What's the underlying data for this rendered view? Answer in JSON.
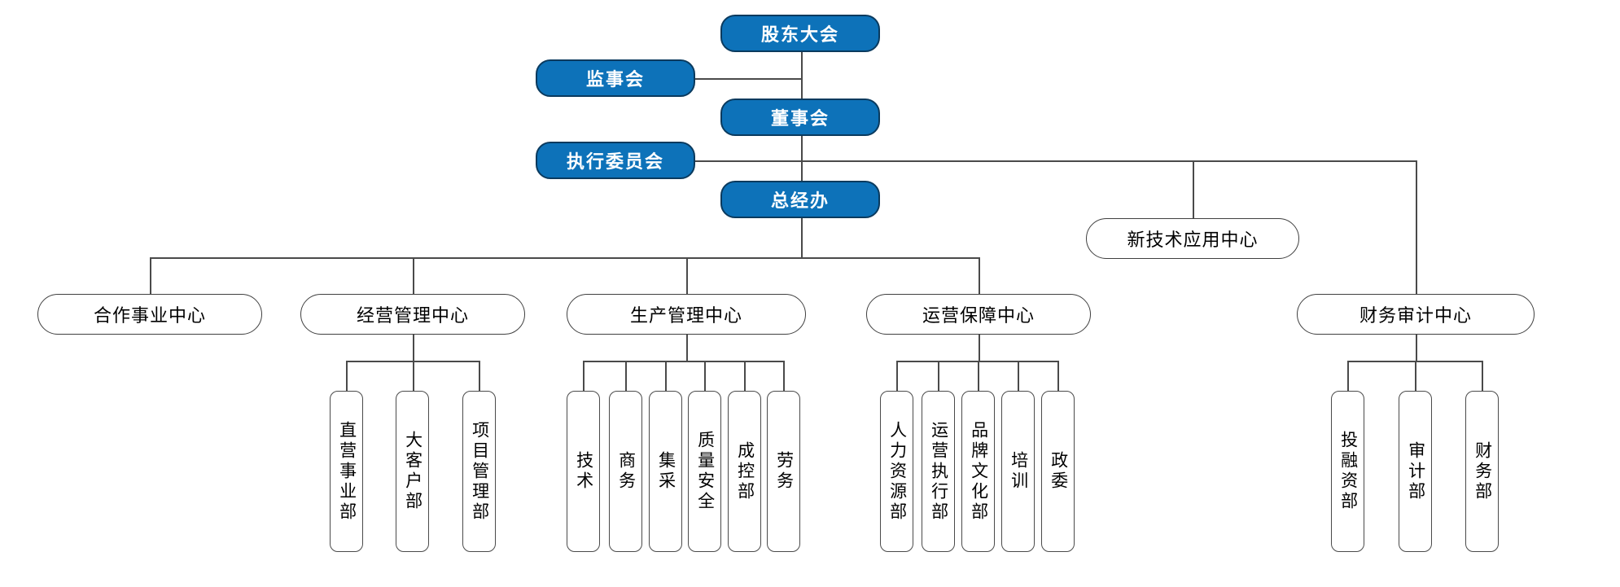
{
  "org_chart": {
    "colors": {
      "node_fill_blue": "#0d72b9",
      "node_border_blue": "#0a3a5e",
      "node_fill_white": "#ffffff",
      "node_border_dark": "#404040",
      "connector_line": "#4a4a4a",
      "text_on_blue": "#ffffff",
      "text_on_white": "#000000"
    },
    "governance": [
      {
        "id": "shareholders-meeting",
        "label": "股东大会"
      },
      {
        "id": "supervisory-board",
        "label": "监事会"
      },
      {
        "id": "board-of-directors",
        "label": "董事会"
      },
      {
        "id": "executive-committee",
        "label": "执行委员会"
      },
      {
        "id": "general-manager-office",
        "label": "总经办"
      }
    ],
    "centers": [
      {
        "id": "new-tech-application-center",
        "label": "新技术应用中心",
        "departments": []
      },
      {
        "id": "cooperation-business-center",
        "label": "合作事业中心",
        "departments": []
      },
      {
        "id": "operation-management-center",
        "label": "经营管理中心",
        "departments": [
          {
            "label": "直营事业部"
          },
          {
            "label": "大客户部"
          },
          {
            "label": "项目管理部"
          }
        ]
      },
      {
        "id": "production-management-center",
        "label": "生产管理中心",
        "departments": [
          {
            "label": "技术"
          },
          {
            "label": "商务"
          },
          {
            "label": "集采"
          },
          {
            "label": "质量安全"
          },
          {
            "label": "成控部"
          },
          {
            "label": "劳务"
          }
        ]
      },
      {
        "id": "operation-support-center",
        "label": "运营保障中心",
        "departments": [
          {
            "label": "人力资源部"
          },
          {
            "label": "运营执行部"
          },
          {
            "label": "品牌文化部"
          },
          {
            "label": "培训"
          },
          {
            "label": "政委"
          }
        ]
      },
      {
        "id": "finance-audit-center",
        "label": "财务审计中心",
        "departments": [
          {
            "label": "投融资部"
          },
          {
            "label": "审计部"
          },
          {
            "label": "财务部"
          }
        ]
      }
    ]
  }
}
